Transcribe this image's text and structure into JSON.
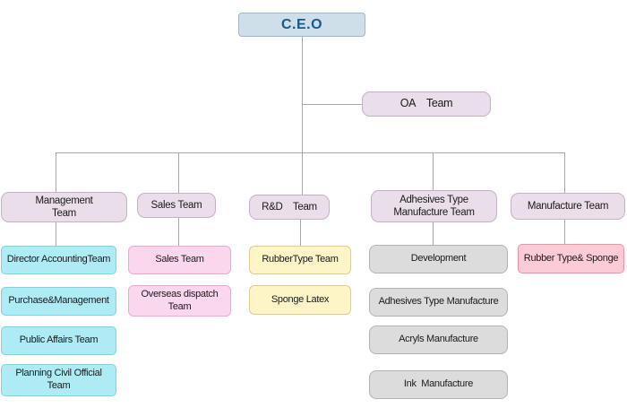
{
  "colors": {
    "ceo_fill": "#cfdfea",
    "ceo_border": "#9fb8cb",
    "ceo_text": "#145a8d",
    "branch_fill": "#e9dee9",
    "branch_border": "#c7b0c7",
    "management_fill": "#aeecf5",
    "management_border": "#76d6e6",
    "sales_fill": "#fbd7ee",
    "sales_border": "#f0a6d6",
    "rnd_fill": "#fdf4c7",
    "rnd_border": "#e2cc88",
    "adhesives_fill": "#dcdcdc",
    "adhesives_border": "#b3b3b3",
    "manufacture_fill": "#fbccd5",
    "manufacture_border": "#ee91a3",
    "line": "#a8a8a8"
  },
  "org": {
    "ceo": "C.E.O",
    "oa": "OA    Team",
    "columns": [
      {
        "team": "Management\nTeam",
        "children": [
          "Director AccountingTeam",
          "Purchase&Management",
          "Public Affairs Team",
          "Planning Civil Official\nTeam"
        ]
      },
      {
        "team": "Sales Team",
        "children": [
          "Sales Team",
          "Overseas dispatch\nTeam"
        ]
      },
      {
        "team": "R&D    Team",
        "children": [
          "RubberType Team",
          "Sponge Latex"
        ]
      },
      {
        "team": "Adhesives Type\nManufacture Team",
        "children": [
          "Development",
          "Adhesives Type Manufacture",
          "Acryls Manufacture",
          "Ink  Manufacture"
        ]
      },
      {
        "team": "Manufacture Team",
        "children": [
          "Rubber Type& Sponge"
        ]
      }
    ]
  }
}
